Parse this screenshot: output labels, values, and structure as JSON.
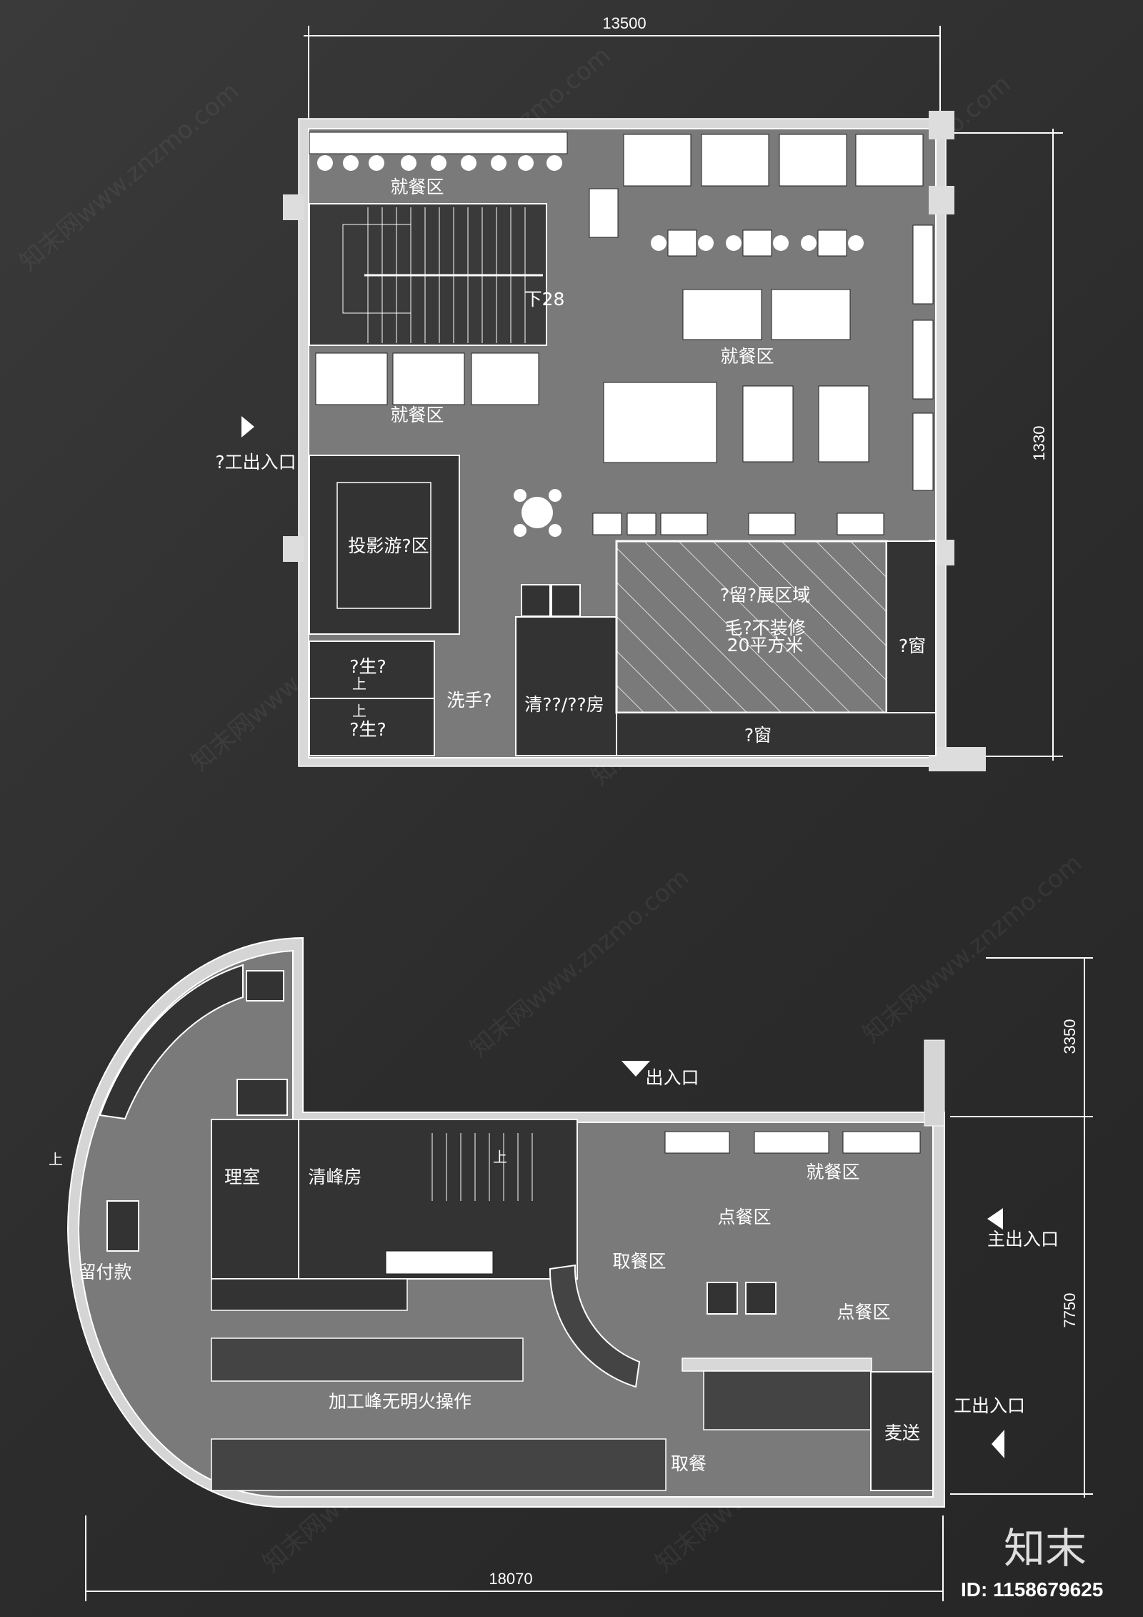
{
  "upper_plan": {
    "dimension_width": "13500",
    "dimension_height": "1330",
    "labels": {
      "dining_top": "就餐区",
      "stairs_down": "下28",
      "dining_center": "就餐区",
      "dining_left": "就餐区",
      "staff_entrance": "?工出入口",
      "projection_area": "投影游?区",
      "reserved_area": "?留?展区域",
      "unfinished": "毛?不装修",
      "area_size": "20平方米",
      "window_right": "?窗",
      "window_bottom": "?窗",
      "restroom_1": "?生?",
      "restroom_2": "?生?",
      "wash": "洗手?",
      "cleaning_room": "清??/??房",
      "up_1": "上",
      "up_2": "上"
    }
  },
  "lower_plan": {
    "dimension_width": "18070",
    "dimension_top": "3350",
    "dimension_side": "7750",
    "labels": {
      "entrance": "出入口",
      "manager_room": "理室",
      "cleaning_room": "清峰房",
      "dining": "就餐区",
      "ordering_1": "点餐区",
      "pickup_area": "取餐区",
      "main_entrance": "主出入口",
      "cashier": "留付款",
      "ordering_2": "点餐区",
      "processing": "加工峰无明火操作",
      "staff_entrance": "工出入口",
      "delivery": "麦送",
      "pickup": "取餐",
      "up_stairs": "上",
      "up_left": "上"
    }
  },
  "watermark": "知末网www.znzmo.com",
  "logo": "知末",
  "image_id": "ID: 1158679625",
  "colors": {
    "background": "#2f2f2f",
    "floor": "#7a7a7a",
    "room_dark": "#333333",
    "lines": "#ffffff"
  }
}
